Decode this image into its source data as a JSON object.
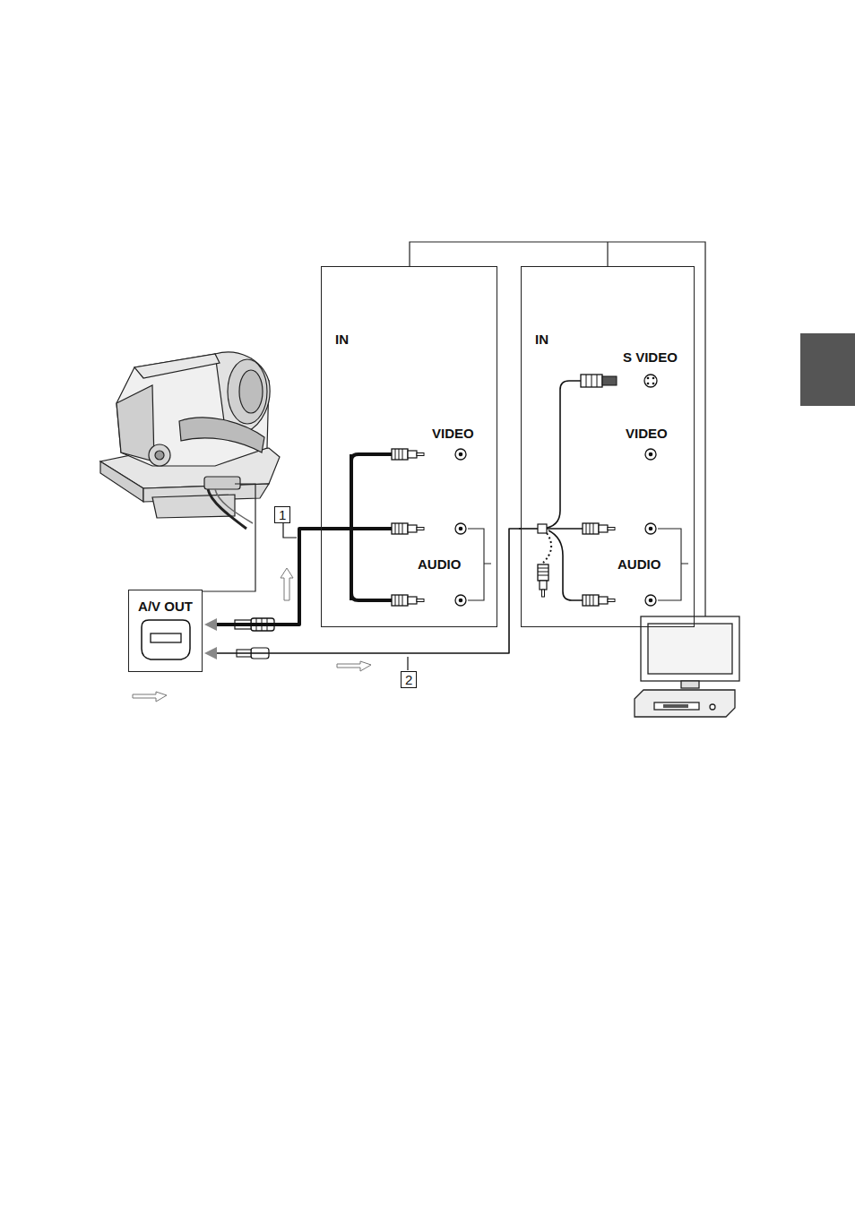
{
  "diagram": {
    "nodes": [
      {
        "text": [
          "IN",
          "VIDEO",
          "AUDIO"
        ]
      },
      {
        "text": [
          "IN",
          "S VIDEO",
          "VIDEO",
          "AUDIO"
        ]
      },
      {
        "text": [
          "A/V OUT"
        ]
      }
    ],
    "edges": [
      {
        "from": 0,
        "to": 2,
        "arrow": "to"
      },
      {
        "from": 1,
        "to": 2,
        "arrow": "to"
      }
    ],
    "labels": [
      "1",
      "2"
    ]
  }
}
